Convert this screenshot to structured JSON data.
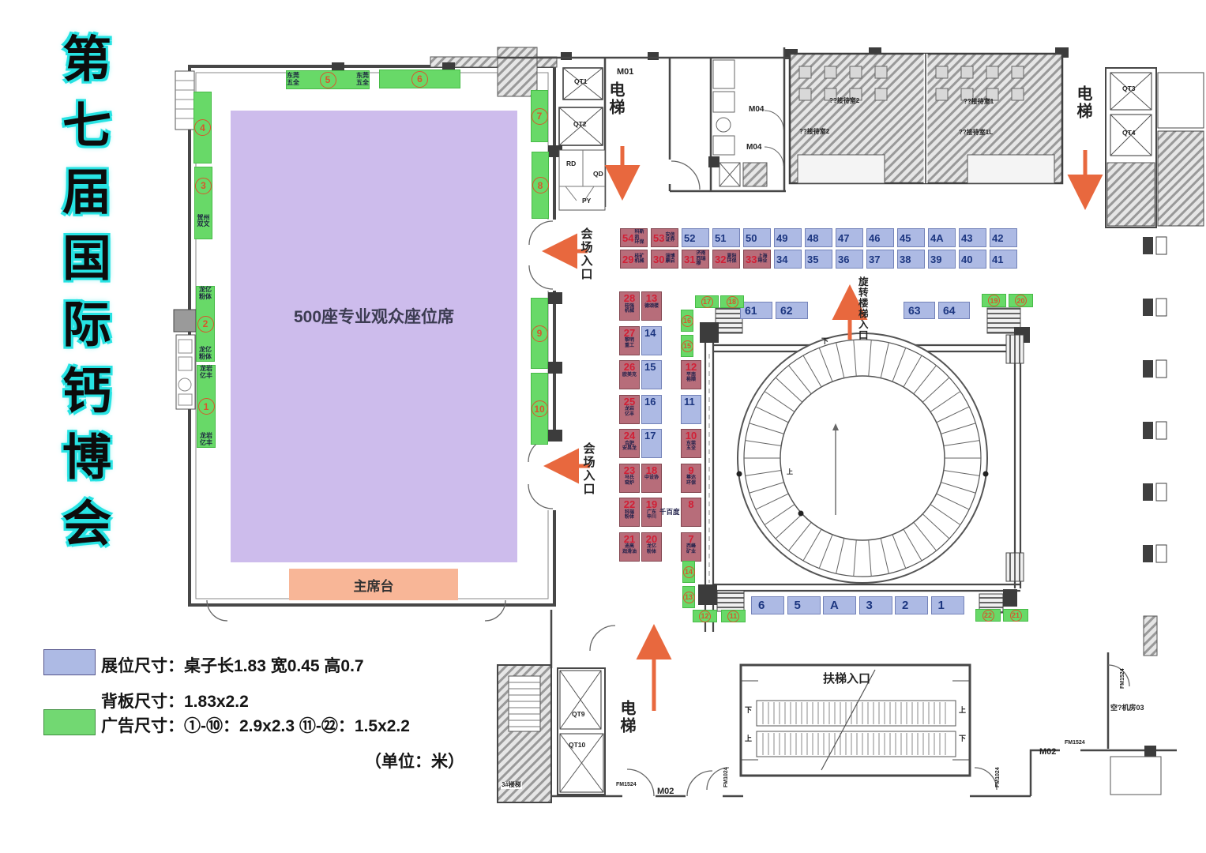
{
  "title": {
    "text": "第七届国际钙博会"
  },
  "seating": "500座专业观众座位席",
  "stage": "主席台",
  "legend": {
    "booth_size": "展位尺寸：桌子长1.83 宽0.45 高0.7",
    "board_size": "背板尺寸：1.83x2.2",
    "ad_size": "广告尺寸：①-⑩：2.9x2.3 ⑪-㉒：1.5x2.2",
    "unit": "（单位：米）"
  },
  "labels": {
    "elevator": "电梯",
    "venue_entrance": "会场入口",
    "spiral_entrance": "旋转楼梯入口",
    "escalator_entrance": "扶梯入口",
    "m01": "M01",
    "m02": "M02",
    "m04": "M04",
    "qt1": "QT1",
    "qt2": "QT2",
    "qt3": "QT3",
    "qt4": "QT4",
    "qt9": "QT9",
    "qt10": "QT10",
    "rd": "RD",
    "qd": "QD",
    "py": "PY",
    "fm1524": "FM1524",
    "fm1024": "FM1024",
    "stair3": "3#楼梯",
    "machine_room": "空?机房03",
    "reception_2a": "??接待室2",
    "reception_2b": "??接待室2",
    "reception_1a": "??接待室1",
    "reception_1b": "??接待室1L",
    "down": "下",
    "up": "上",
    "qianbaidu": "千百度"
  },
  "hall_ads": [
    {
      "num": "1",
      "above": "龙岩\n亿丰",
      "below": "龙岩\n亿丰"
    },
    {
      "num": "2",
      "above": "龙亿\n粉体",
      "below": "龙亿\n粉体"
    },
    {
      "num": "3",
      "below": "贺州\n双文"
    },
    {
      "num": "4"
    },
    {
      "num": "5",
      "left": "东莞\n五全",
      "right": "东莞\n五全"
    },
    {
      "num": "6"
    },
    {
      "num": "7"
    },
    {
      "num": "8"
    },
    {
      "num": "9"
    },
    {
      "num": "10"
    }
  ],
  "small_ads": [
    "11",
    "12",
    "13",
    "14",
    "15",
    "16",
    "17",
    "18",
    "19",
    "20",
    "21",
    "22"
  ],
  "booth_rows": {
    "row1": [
      {
        "n": "54",
        "red": true,
        "name": "科斯凯\n环保"
      },
      {
        "n": "53",
        "red": true,
        "name": "安信\n证券"
      },
      {
        "n": "52"
      },
      {
        "n": "51"
      },
      {
        "n": "50"
      },
      {
        "n": "49"
      },
      {
        "n": "48"
      },
      {
        "n": "47"
      },
      {
        "n": "46"
      },
      {
        "n": "45"
      },
      {
        "n": "4A"
      },
      {
        "n": "43"
      },
      {
        "n": "42"
      }
    ],
    "row2": [
      {
        "n": "29",
        "red": true,
        "name": "桂矿\n机械"
      },
      {
        "n": "30",
        "red": true,
        "name": "淄博\n康启"
      },
      {
        "n": "31",
        "red": true,
        "name": "济南\n西瑞穆"
      },
      {
        "n": "32",
        "red": true,
        "name": "夏阳\n环保"
      },
      {
        "n": "33",
        "red": true,
        "name": "上海\n珅业"
      },
      {
        "n": "34"
      },
      {
        "n": "35"
      },
      {
        "n": "36"
      },
      {
        "n": "37"
      },
      {
        "n": "38"
      },
      {
        "n": "39"
      },
      {
        "n": "40"
      },
      {
        "n": "41"
      }
    ]
  },
  "booth_cols": {
    "col1": [
      {
        "n": "28",
        "red": true,
        "name": "桂强\n机械"
      },
      {
        "n": "27",
        "red": true,
        "name": "黎明\n重工"
      },
      {
        "n": "26",
        "red": true,
        "name": "欧美克"
      },
      {
        "n": "25",
        "red": true,
        "name": "龙岩\n亿丰"
      },
      {
        "n": "24",
        "red": true,
        "name": "合肥\n安昌龙"
      },
      {
        "n": "23",
        "red": true,
        "name": "马氏\n窑炉"
      },
      {
        "n": "22",
        "red": true,
        "name": "科瑞\n粉体"
      },
      {
        "n": "21",
        "red": true,
        "name": "迪高\n润滑油"
      }
    ],
    "col2": [
      {
        "n": "13",
        "red": true,
        "name": "德颂楼"
      },
      {
        "n": "14"
      },
      {
        "n": "15"
      },
      {
        "n": "16"
      },
      {
        "n": "17"
      },
      {
        "n": "18",
        "red": true,
        "name": "中设协"
      },
      {
        "n": "19",
        "red": true,
        "name": "广东\n申川"
      },
      {
        "n": "20",
        "red": true,
        "name": "龙亿\n粉体"
      }
    ],
    "col3": [
      {
        "n": "12",
        "red": true,
        "name": "平南\n裕顺"
      },
      {
        "n": "11"
      },
      {
        "n": "10",
        "red": true,
        "name": "东莞\n五全"
      },
      {
        "n": "9",
        "red": true,
        "name": "尊达\n环保"
      },
      {
        "n": "8",
        "red": true,
        "outside": "千百度"
      },
      {
        "n": "7",
        "red": true,
        "name": "西峰\n矿业"
      }
    ]
  },
  "circle_booths": {
    "top_left": [
      "61",
      "62"
    ],
    "top_right": [
      "63",
      "64"
    ],
    "bottom": [
      "6",
      "5",
      "A",
      "3",
      "2",
      "1"
    ]
  }
}
